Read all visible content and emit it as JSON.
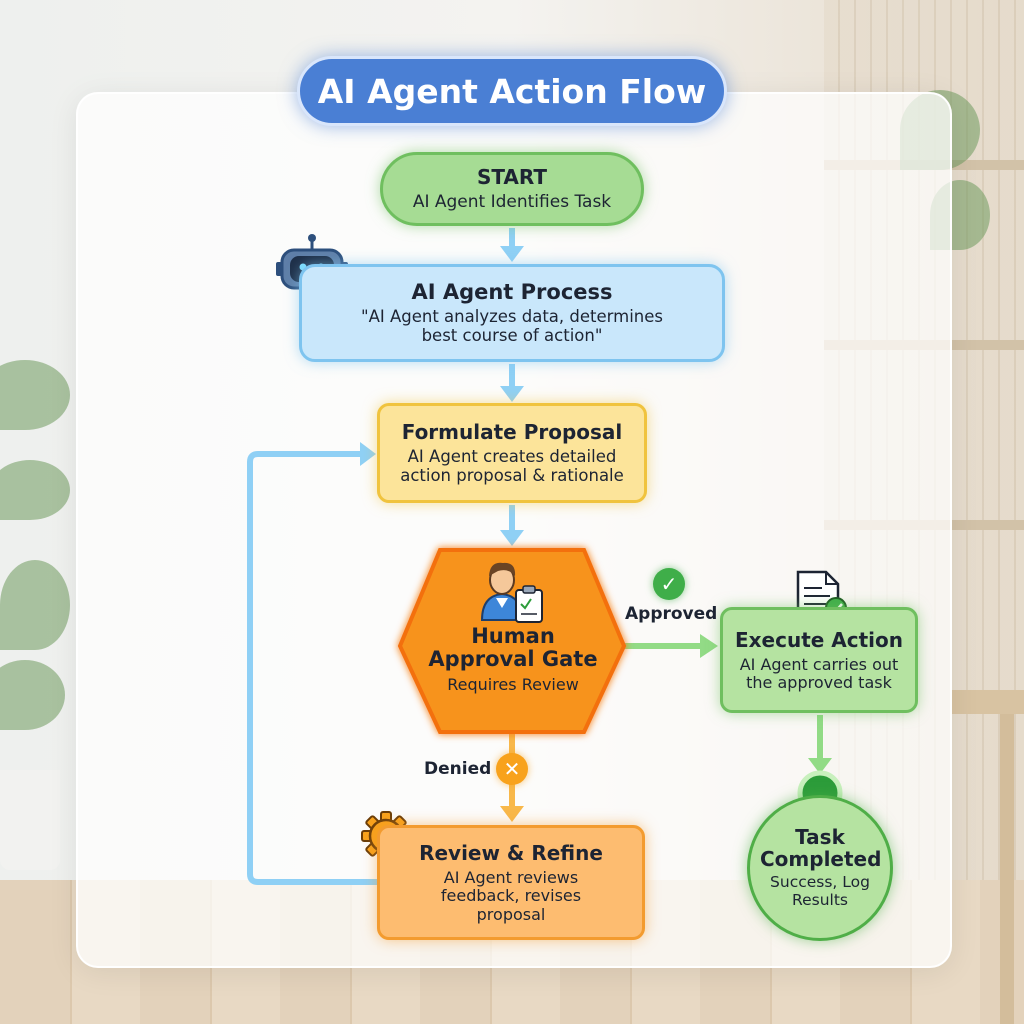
{
  "title": "AI Agent Action Flow",
  "colors": {
    "title": "#4a7fd4",
    "start": "#a6dc94",
    "process": "#c9e7fb",
    "proposal": "#fce49a",
    "gate": "#f7931e",
    "execute": "#b5e3a1",
    "review": "#fdbc70",
    "done": "#b5e3a1",
    "arrow_blue": "#8fd0f5",
    "arrow_green": "#92db86",
    "arrow_orange": "#f8b84a"
  },
  "nodes": {
    "start": {
      "heading": "START",
      "desc": "AI Agent Identifies Task"
    },
    "process": {
      "heading": "AI Agent Process",
      "desc": "\"AI Agent analyzes data, determines best course of action\"",
      "icon": "robot-icon"
    },
    "proposal": {
      "heading": "Formulate Proposal",
      "desc": "AI Agent creates detailed action proposal & rationale"
    },
    "gate": {
      "heading": "Human Approval Gate",
      "desc": "Requires Review",
      "icon": "person-clipboard-icon"
    },
    "execute": {
      "heading": "Execute Action",
      "desc": "AI Agent carries out the approved task",
      "icon": "document-check-icon"
    },
    "review": {
      "heading": "Review & Refine",
      "desc": "AI Agent reviews feedback, revises proposal",
      "icon": "gear-icon"
    },
    "done": {
      "heading": "Task Completed",
      "desc": "Success, Log Results"
    }
  },
  "edges": {
    "approved": "Approved",
    "denied": "Denied"
  }
}
